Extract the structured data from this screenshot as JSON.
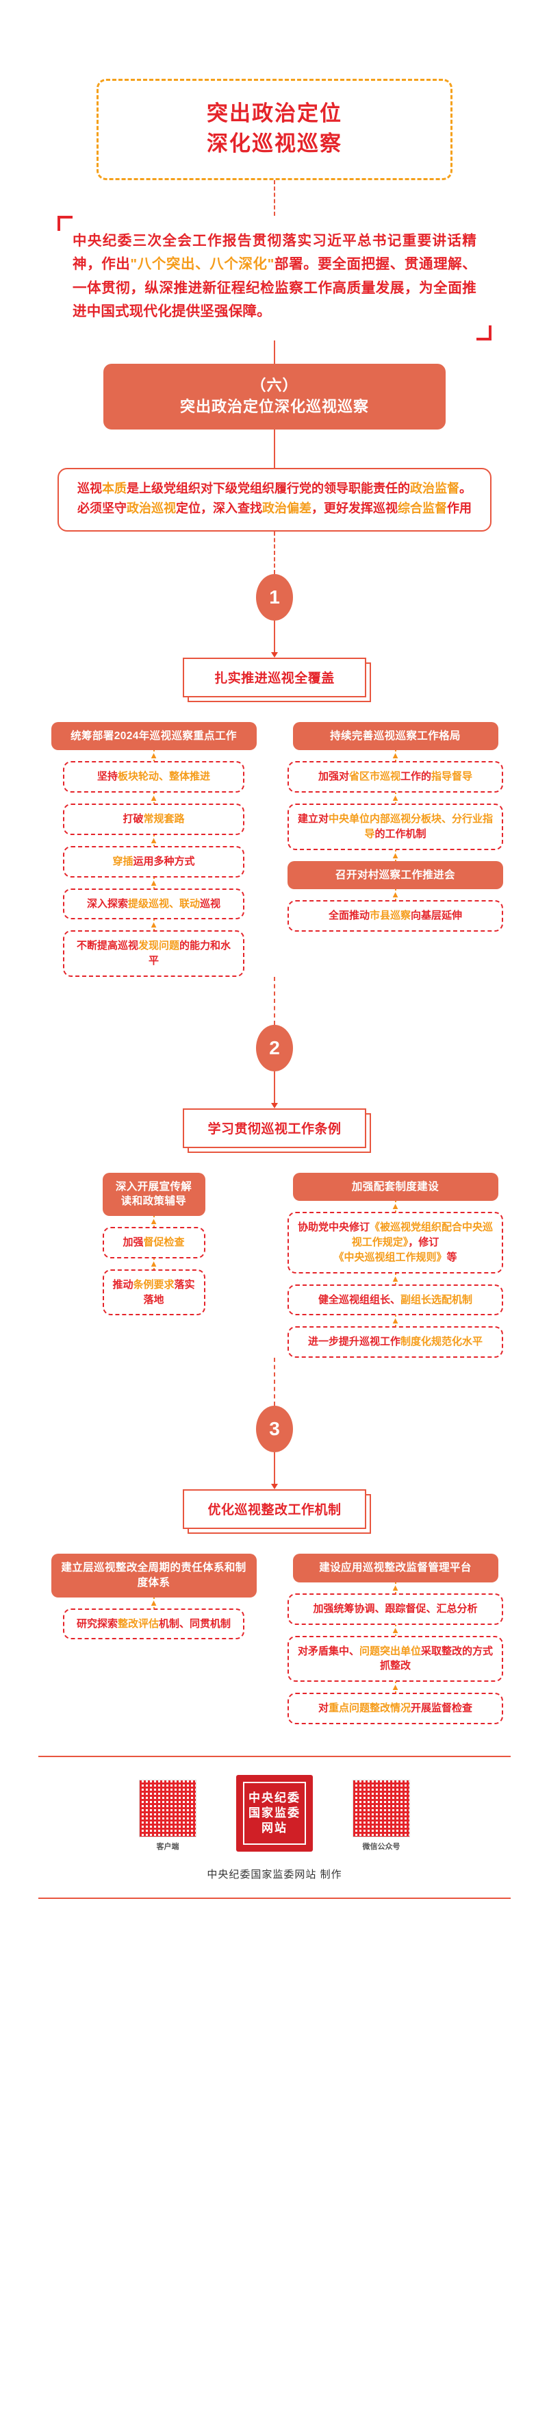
{
  "hero": {
    "line1": "突出政治定位",
    "line2": "深化巡视巡察"
  },
  "quote": {
    "p1": "中央纪委三次全会工作报告贯彻落实习近平总书记重要讲话精神，作出",
    "p1_hl": "\"八个突出、八个深化\"",
    "p2": "部署。要全面把握、贯通理解、一体贯彻，纵深推进新征程纪检监察工作高质量发展，为全面推进中国式现代化提供坚强保障。"
  },
  "section_head": {
    "number": "（六）",
    "title": "突出政治定位深化巡视巡察"
  },
  "statement": {
    "s1": "巡视",
    "h1": "本质",
    "s2": "是上级党组织对下级党组织履行党的领导职能责任的",
    "h2": "政治监督",
    "s3": "。必须坚守",
    "h3": "政治巡视",
    "s4": "定位，深入查找",
    "h4": "政治偏差",
    "s5": "，更好发挥巡视",
    "h5": "综合监督",
    "s6": "作用"
  },
  "blocks": [
    {
      "number": "1",
      "heading": "扎实推进巡视全覆盖",
      "left": {
        "head": "统筹部署2024年巡视巡察重点工作",
        "items": [
          {
            "parts": [
              {
                "t": "坚持",
                "hl": false
              },
              {
                "t": "板块轮动、整体推进",
                "hl": true
              }
            ]
          },
          {
            "parts": [
              {
                "t": "打破",
                "hl": false
              },
              {
                "t": "常规套路",
                "hl": true
              }
            ]
          },
          {
            "parts": [
              {
                "t": "穿插",
                "hl": true
              },
              {
                "t": "运用多种方式",
                "hl": false
              }
            ]
          },
          {
            "parts": [
              {
                "t": "深入探索",
                "hl": false
              },
              {
                "t": "提级巡视、联动",
                "hl": true
              },
              {
                "t": "巡视",
                "hl": false
              }
            ]
          },
          {
            "parts": [
              {
                "t": "不断提高巡视",
                "hl": false
              },
              {
                "t": "发现问题",
                "hl": true
              },
              {
                "t": "的能力和水平",
                "hl": false
              }
            ]
          }
        ]
      },
      "right": {
        "head": "持续完善巡视巡察工作格局",
        "items": [
          {
            "style": "chip",
            "parts": [
              {
                "t": "加强对",
                "hl": false
              },
              {
                "t": "省区市巡视",
                "hl": true
              },
              {
                "t": "工作的",
                "hl": false
              },
              {
                "t": "指导督导",
                "hl": true
              }
            ]
          },
          {
            "style": "chip",
            "parts": [
              {
                "t": "建立对",
                "hl": false
              },
              {
                "t": "中央单位内部巡视分板块、分行业指导",
                "hl": true
              },
              {
                "t": "的工作机制",
                "hl": false
              }
            ]
          },
          {
            "style": "pill",
            "parts": [
              {
                "t": "召开对村巡察工作推进会",
                "hl": false
              }
            ]
          },
          {
            "style": "chip",
            "parts": [
              {
                "t": "全面推动",
                "hl": false
              },
              {
                "t": "市县巡察",
                "hl": true
              },
              {
                "t": "向基层延伸",
                "hl": false
              }
            ]
          }
        ]
      }
    },
    {
      "number": "2",
      "heading": "学习贯彻巡视工作条例",
      "left": {
        "head": "深入开展宣传解读和政策辅导",
        "items": [
          {
            "parts": [
              {
                "t": "加强",
                "hl": false
              },
              {
                "t": "督促检查",
                "hl": true
              }
            ]
          },
          {
            "parts": [
              {
                "t": "推动",
                "hl": false
              },
              {
                "t": "条例要求",
                "hl": true
              },
              {
                "t": "落实落地",
                "hl": false
              }
            ]
          }
        ]
      },
      "right": {
        "head": "加强配套制度建设",
        "items": [
          {
            "style": "chip",
            "parts": [
              {
                "t": "协助党中央修订",
                "hl": false
              },
              {
                "t": "《被巡视党组织配合中央巡视工作规定》",
                "hl": true
              },
              {
                "t": "，修订",
                "hl": false
              },
              {
                "t": "《中央巡视组工作规则》",
                "hl": true
              },
              {
                "t": "等",
                "hl": false
              }
            ]
          },
          {
            "style": "chip",
            "parts": [
              {
                "t": "健全巡视组组长、",
                "hl": false
              },
              {
                "t": "副组长选配机制",
                "hl": true
              }
            ]
          },
          {
            "style": "chip",
            "parts": [
              {
                "t": "进一步提升巡视工作",
                "hl": false
              },
              {
                "t": "制度化规范化水平",
                "hl": true
              }
            ]
          }
        ]
      }
    },
    {
      "number": "3",
      "heading": "优化巡视整改工作机制",
      "left": {
        "head": "建立层巡视整改全周期的责任体系和制度体系",
        "items": [
          {
            "parts": [
              {
                "t": "研究探索",
                "hl": false
              },
              {
                "t": "整改评估",
                "hl": true
              },
              {
                "t": "机制、同贯机制",
                "hl": false
              }
            ]
          }
        ]
      },
      "right": {
        "head": "建设应用巡视整改监督管理平台",
        "items": [
          {
            "style": "chip",
            "parts": [
              {
                "t": "加强统筹协调、跟踪督促、汇总分析",
                "hl": false
              }
            ]
          },
          {
            "style": "chip",
            "parts": [
              {
                "t": "对矛盾集中、",
                "hl": false
              },
              {
                "t": "问题突出单位",
                "hl": true
              },
              {
                "t": "采取整改的方式抓整改",
                "hl": false
              }
            ]
          },
          {
            "style": "chip",
            "parts": [
              {
                "t": "对",
                "hl": false
              },
              {
                "t": "重点问题整改情况",
                "hl": true
              },
              {
                "t": "开展监督检查",
                "hl": false
              }
            ]
          }
        ]
      }
    }
  ],
  "footer": {
    "qr_left_caption": "客户端",
    "qr_right_caption": "微信公众号",
    "seal_line1": "中央纪委",
    "seal_line2": "国家监委",
    "seal_line3": "网站",
    "credit": "中央纪委国家监委网站 制作"
  },
  "colors": {
    "primary_red": "#e5242a",
    "salmon": "#e3694f",
    "highlight_orange": "#f59c1a",
    "line": "#e8563f"
  }
}
